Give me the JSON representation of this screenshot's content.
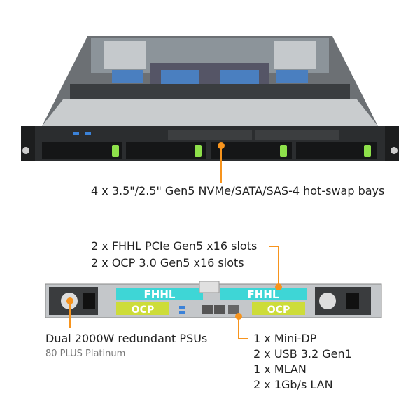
{
  "front_callout": "4 x 3.5\"/2.5\" Gen5 NVMe/SATA/SAS-4 hot-swap bays",
  "slots_callout": [
    "2 x FHHL PCIe Gen5 x16 slots",
    "2 x OCP 3.0 Gen5 x16 slots"
  ],
  "psu_callout": {
    "title": "Dual 2000W  redundant PSUs",
    "subtitle": "80 PLUS Platinum"
  },
  "io_callout": [
    "1 x Mini-DP",
    "2 x USB 3.2 Gen1",
    "1 x MLAN",
    "2 x 1Gb/s LAN"
  ],
  "rear_labels": {
    "fhhl": "FHHL",
    "ocp": "OCP"
  },
  "colors": {
    "accent": "#f7941d",
    "fhhl": "#3ed6d6",
    "ocp": "#cddc39",
    "drive_latch": "#8ee04a"
  }
}
